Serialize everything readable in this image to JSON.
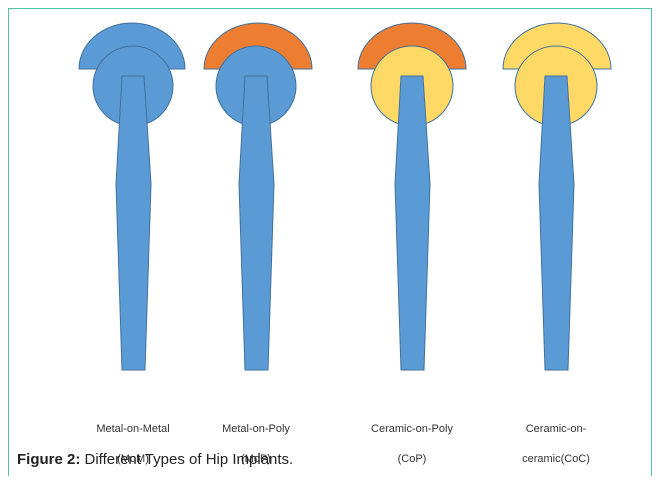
{
  "implants": [
    {
      "label_line1": "Metal-on-Metal",
      "label_line2": "(MoM)",
      "cup_material": "metal",
      "head_material": "metal"
    },
    {
      "label_line1": "Metal-on-Poly",
      "label_line2": "(MoP)",
      "cup_material": "poly",
      "head_material": "metal"
    },
    {
      "label_line1": "Ceramic-on-Poly",
      "label_line2": "(CoP)",
      "cup_material": "poly",
      "head_material": "ceramic"
    },
    {
      "label_line1": "Ceramic-on-",
      "label_line2": "ceramic(CoC)",
      "cup_material": "ceramic",
      "head_material": "ceramic"
    }
  ],
  "colors": {
    "metal": "#5b9bd5",
    "poly": "#ed7d31",
    "ceramic": "#ffd966",
    "outline": "#41719c",
    "frame": "#4fc2a8"
  },
  "caption": {
    "prefix": "Figure 2:",
    "text": " Different Types of Hip Implants."
  }
}
